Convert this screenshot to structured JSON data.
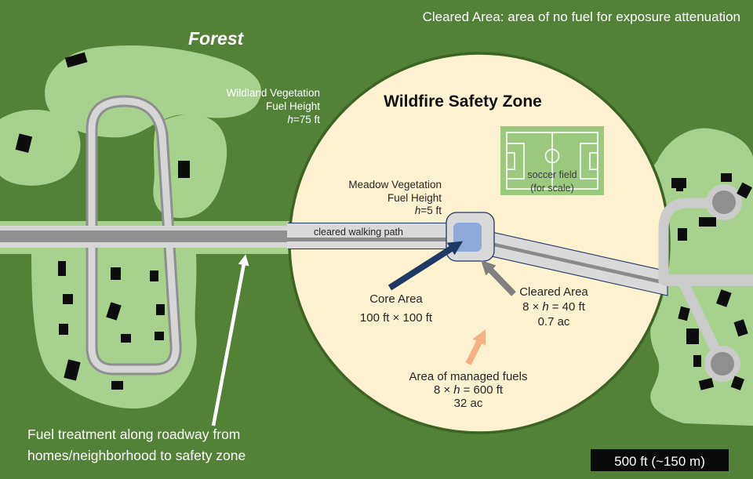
{
  "legend": {
    "top_note": "Cleared Area: area of no fuel for exposure attenuation"
  },
  "forest": {
    "label": "Forest"
  },
  "wildland": {
    "line1": "Wildland Vegetation",
    "line2": "Fuel Height",
    "h": "h",
    "h_rest": "=75 ft"
  },
  "zone": {
    "title": "Wildfire Safety Zone",
    "soccer": {
      "line1": "soccer field",
      "line2": "(for scale)"
    },
    "meadow": {
      "line1": "Meadow Vegetation",
      "line2": "Fuel Height",
      "h": "h",
      "h_rest": "=5 ft"
    },
    "path_label": "cleared walking path",
    "core": {
      "line1": "Core Area",
      "line2": "100 ft × 100 ft"
    },
    "cleared": {
      "line1": "Cleared Area",
      "eq_pre": "8 ×",
      "h": "h",
      "eq_post": "= 40 ft",
      "area": "0.7 ac"
    },
    "managed": {
      "line1": "Area of managed fuels",
      "eq_pre": "8 ×",
      "h": "h",
      "eq_post": "= 600 ft",
      "area": "32 ac"
    }
  },
  "treatment_note": {
    "line1": "Fuel treatment along roadway from",
    "line2": "homes/neighborhood to safety zone"
  },
  "scale_bar": {
    "label": "500 ft (~150 m)"
  },
  "colors": {
    "background_forest": "#538135",
    "neighborhood_green": "#a9d18e",
    "safety_zone_cream": "#fdf2cf",
    "zone_outline": "#3e6423",
    "road_light": "#d6d6d6",
    "road_dark": "#8a8a8a",
    "core_blue": "#8eaadb",
    "navy_arrow": "#1f3864",
    "gray_arrow": "#808080",
    "salmon_arrow": "#f4b183",
    "soccer_field_green": "#9cc97e",
    "scale_bar_black": "#0a0a0a",
    "house_black": "#0d0d0d"
  }
}
